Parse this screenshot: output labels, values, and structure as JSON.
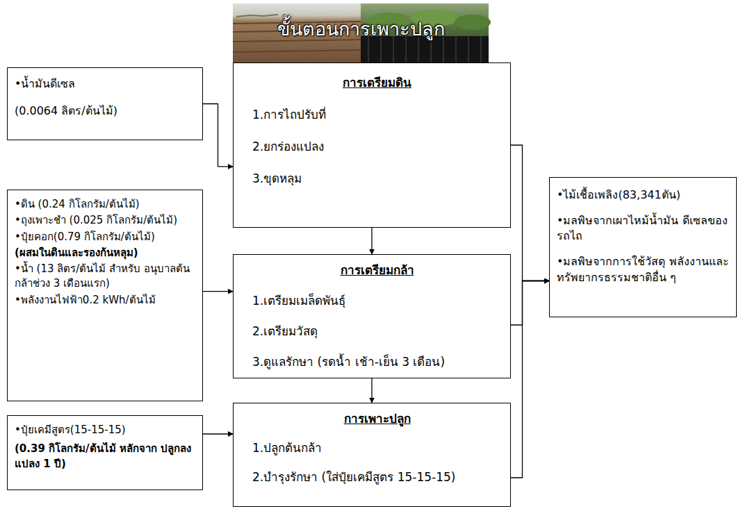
{
  "diagram": {
    "title": "ขั้นตอนการเพาะปลูก",
    "nodes": [
      {
        "text": [
          "•น้ำมันดีเซล",
          "(0.0064 ลิตร/ต้นไม้)"
        ]
      },
      {
        "text": [
          "การเตรียมดิน",
          "1.การไถปรับที่",
          "2.ยกร่องแปลง",
          "3.ขุดหลุม"
        ]
      },
      {
        "text": [
          "•ดิน (0.24 กิโลกรัม/ต้นไม้)",
          "•ถุงเพาะชำ (0.025 กิโลกรัม/ต้นไม้)",
          "•ปุ๋ยคอก(0.79 กิโลกรัม/ต้นไม้)",
          "(ผสมในดินและรองก้นหลุม)",
          "•น้ำ (13 ลิตร/ต้นไม้ สำหรับ อนุบาลต้นกล้าช่วง 3 เดือนแรก)",
          "•พลังงานไฟฟ้า0.2 kWh/ต้นไม้"
        ]
      },
      {
        "text": [
          "การเตรียมกล้า",
          "1.เตรียมเมล็ดพันธุ์",
          "2.เตรียมวัสดุ",
          "3.ดูแลรักษา (รดน้ำ เช้า-เย็น 3 เดือน)"
        ]
      },
      {
        "text": [
          "•ปุ๋ยเคมีสูตร(15-15-15)",
          "(0.39 กิโลกรัม/ต้นไม้ หลักจาก ปลูกลงแปลง 1 ปี)"
        ]
      },
      {
        "text": [
          "การเพาะปลูก",
          "1.ปลูกต้นกล้า",
          "2.บำรุงรักษา (ใส่ปุ๋ยเคมีสูตร 15-15-15)"
        ]
      },
      {
        "text": [
          "•ไม้เชื้อเพลิง(83,341ตัน)",
          "•มลพิษจากเผาไหม้น้ำมัน ดีเซลของรถไถ",
          "•มลพิษจากการใช้วัสดุ พลังงานและ ทรัพยากรธรรมชาติอื่น ๆ"
        ]
      }
    ],
    "edges": [
      {
        "from": 0,
        "to": 1,
        "arrow": "to"
      },
      {
        "from": 1,
        "to": 3,
        "arrow": "to"
      },
      {
        "from": 2,
        "to": 3,
        "arrow": "to"
      },
      {
        "from": 3,
        "to": 5,
        "arrow": "to"
      },
      {
        "from": 4,
        "to": 5,
        "arrow": "to"
      },
      {
        "from": 1,
        "to": 6,
        "arrow": "to"
      },
      {
        "from": 3,
        "to": 6,
        "arrow": "to"
      },
      {
        "from": 5,
        "to": 6,
        "arrow": "to"
      }
    ]
  }
}
